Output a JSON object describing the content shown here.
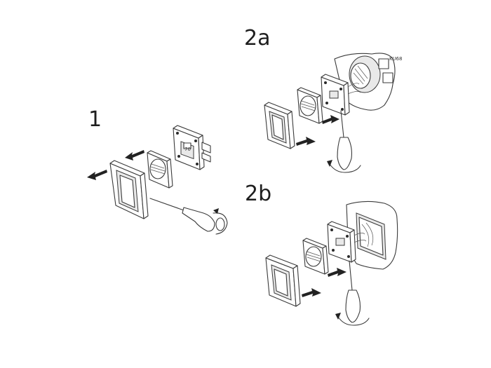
{
  "steps": {
    "step1": "1",
    "step2a": "2a",
    "step2b": "2b"
  },
  "flush_box": {
    "label": "KU68"
  }
}
